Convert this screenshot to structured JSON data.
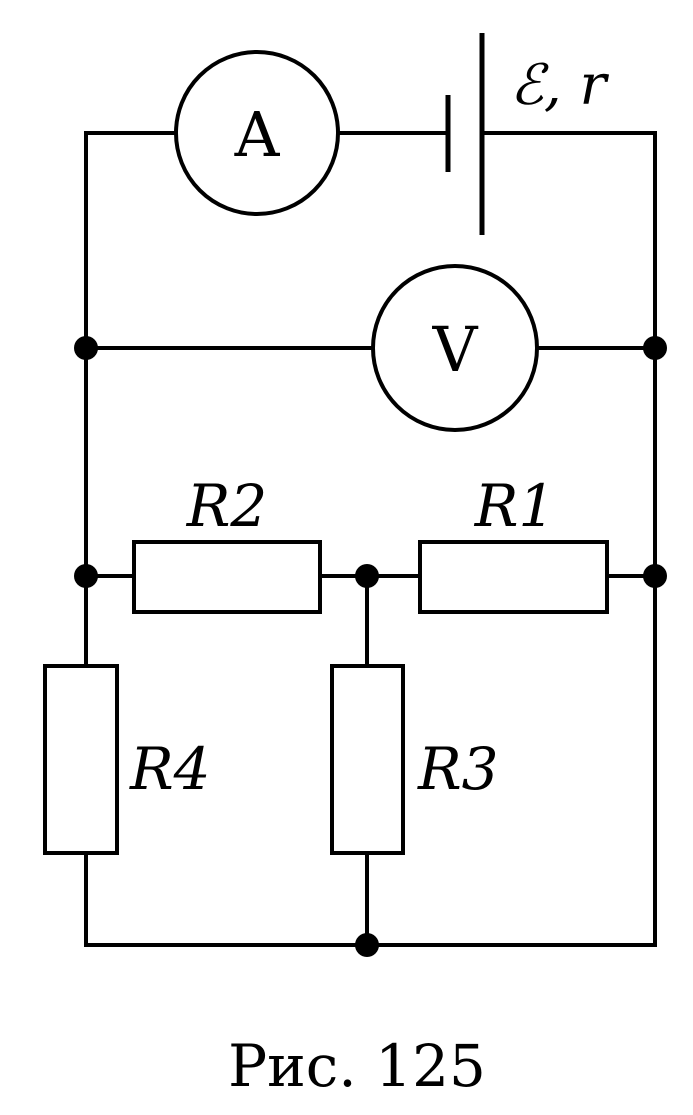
{
  "figure": {
    "caption": "Рис. 125"
  },
  "battery": {
    "label": "ℰ, r"
  },
  "ammeter": {
    "label": "A"
  },
  "voltmeter": {
    "label": "V"
  },
  "resistors": {
    "r1": "R1",
    "r2": "R2",
    "r3": "R3",
    "r4": "R4"
  }
}
